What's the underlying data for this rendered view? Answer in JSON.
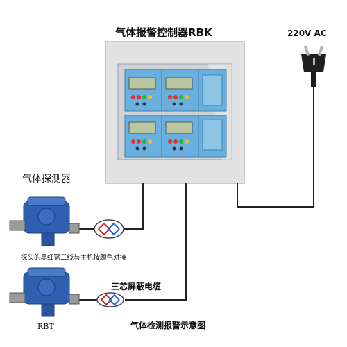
{
  "title": "气体报警控制器RBK",
  "power_label": "220V AC",
  "detector_label": "气体探测器",
  "wiring_note": "探头的黑红蓝三线与主机按颜色对接",
  "cable_label": "三芯屏蔽电缆",
  "model_label": "RBT",
  "caption": "气体检测报警示意图",
  "colors": {
    "cabinet": "#d8d8d8",
    "panel_blue": "#5aa6d8",
    "detector_blue": "#2f5fb0",
    "wire": "#222222",
    "connector_red": "#d22020",
    "connector_blue": "#2060d0"
  },
  "icons": [
    "power-plug-icon",
    "gas-detector-icon",
    "wire-connector-icon"
  ]
}
